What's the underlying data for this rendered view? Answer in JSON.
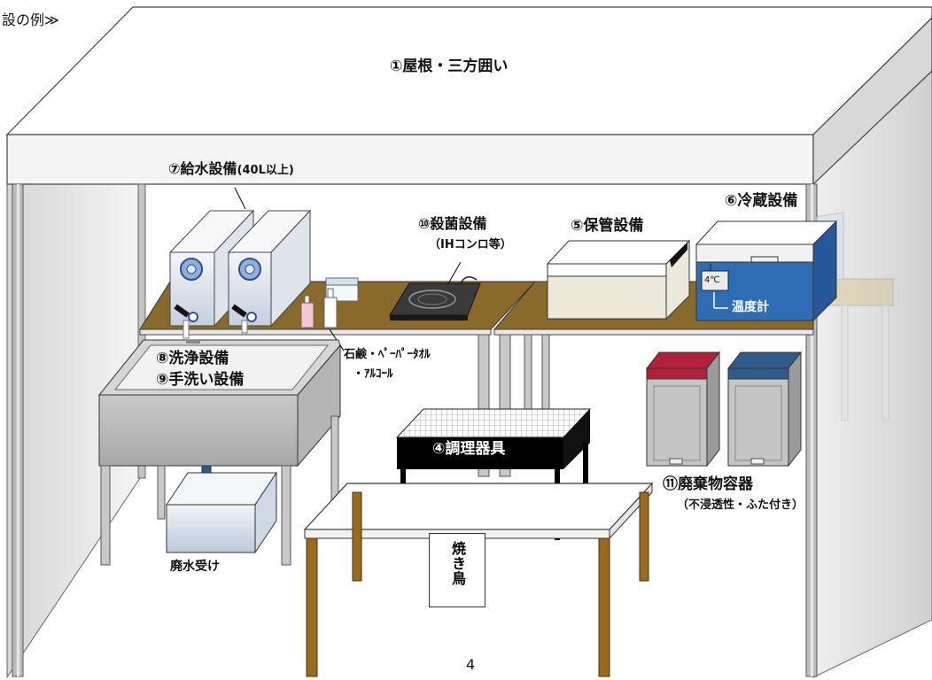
{
  "header": {
    "title": "設の例≫"
  },
  "labels": {
    "roof": "①屋根・三方囲い",
    "water_supply": "⑦給水設備",
    "water_supply_note": "(40L以上)",
    "sterilizer": "⑩殺菌設備",
    "sterilizer_note": "（IHコンロ等）",
    "storage": "⑤保管設備",
    "refrigerator": "⑥冷蔵設備",
    "thermometer": "温度計",
    "thermo_reading": "4℃",
    "soap_line1": "石鹸・ﾍﾟｰﾊﾟｰﾀｵﾙ",
    "soap_line2": "・ｱﾙｺｰﾙ",
    "washing": "⑧洗浄設備",
    "handwash": "⑨手洗い設備",
    "cookware": "④調理器具",
    "waste_bins": "⑪廃棄物容器",
    "waste_bins_note": "（不浸透性・ふた付き）",
    "drain": "廃水受け",
    "sign": "焼き鳥"
  },
  "footer": {
    "page_number": "4"
  },
  "colors": {
    "table_top": "#8a6a2a",
    "fridge": "#2e6db4",
    "bin_red": "#b3203a",
    "bin_blue": "#2f5a8a",
    "grill": "#000000",
    "wood_leg": "#9a6a1e"
  }
}
